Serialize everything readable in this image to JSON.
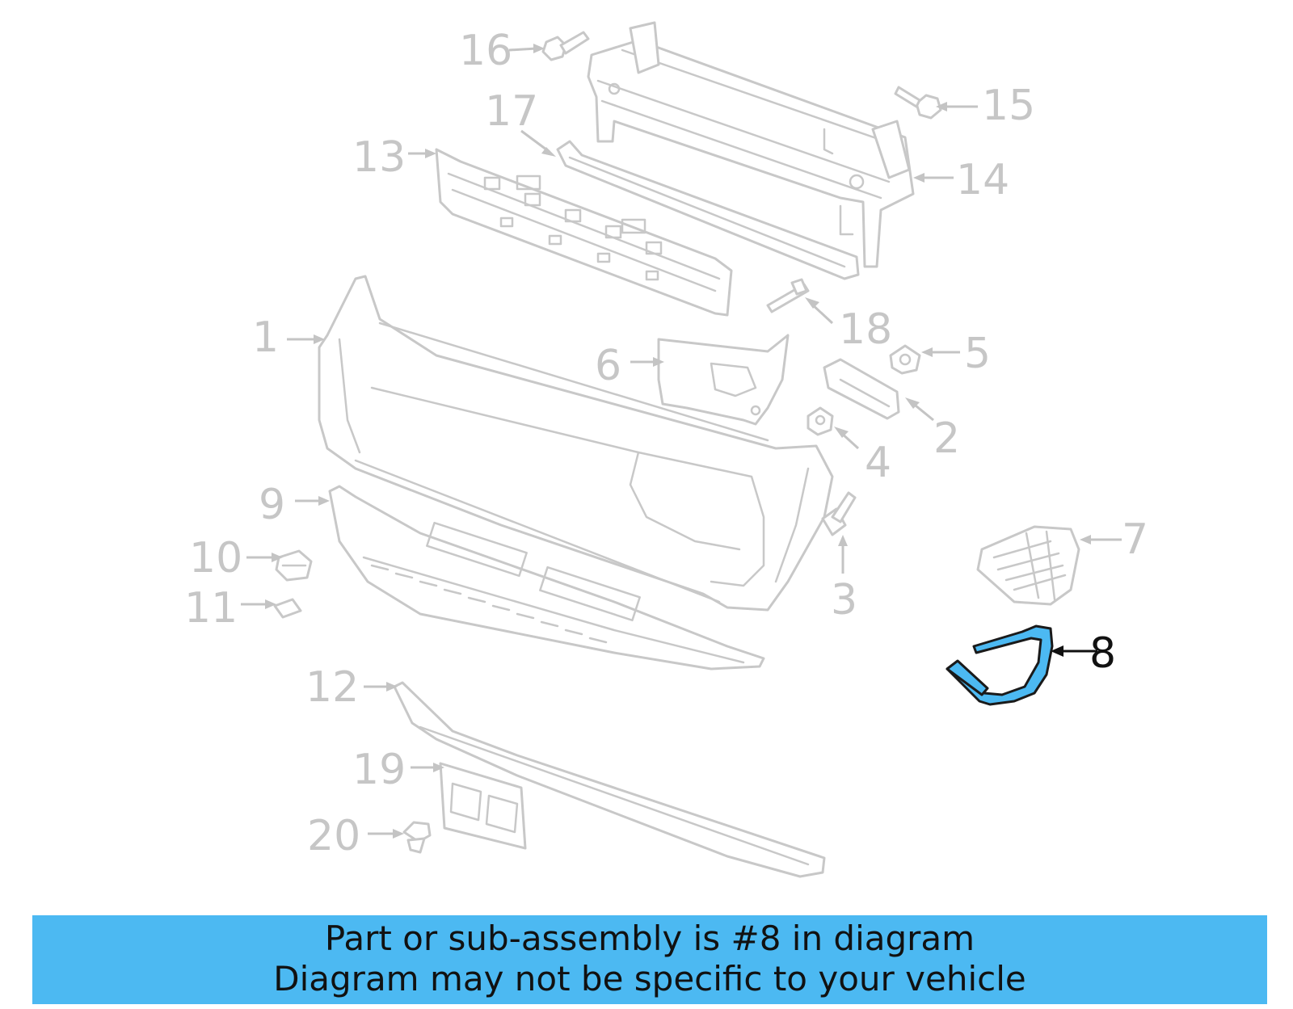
{
  "highlight_color": "#4cb9f2",
  "highlighted_part": "8",
  "callouts": {
    "c1": "1",
    "c2": "2",
    "c3": "3",
    "c4": "4",
    "c5": "5",
    "c6": "6",
    "c7": "7",
    "c8": "8",
    "c9": "9",
    "c10": "10",
    "c11": "11",
    "c12": "12",
    "c13": "13",
    "c14": "14",
    "c15": "15",
    "c16": "16",
    "c17": "17",
    "c18": "18",
    "c19": "19",
    "c20": "20"
  },
  "banner": {
    "line1": "Part or sub-assembly is #8 in diagram",
    "line2": "Diagram may not be specific to your vehicle"
  }
}
